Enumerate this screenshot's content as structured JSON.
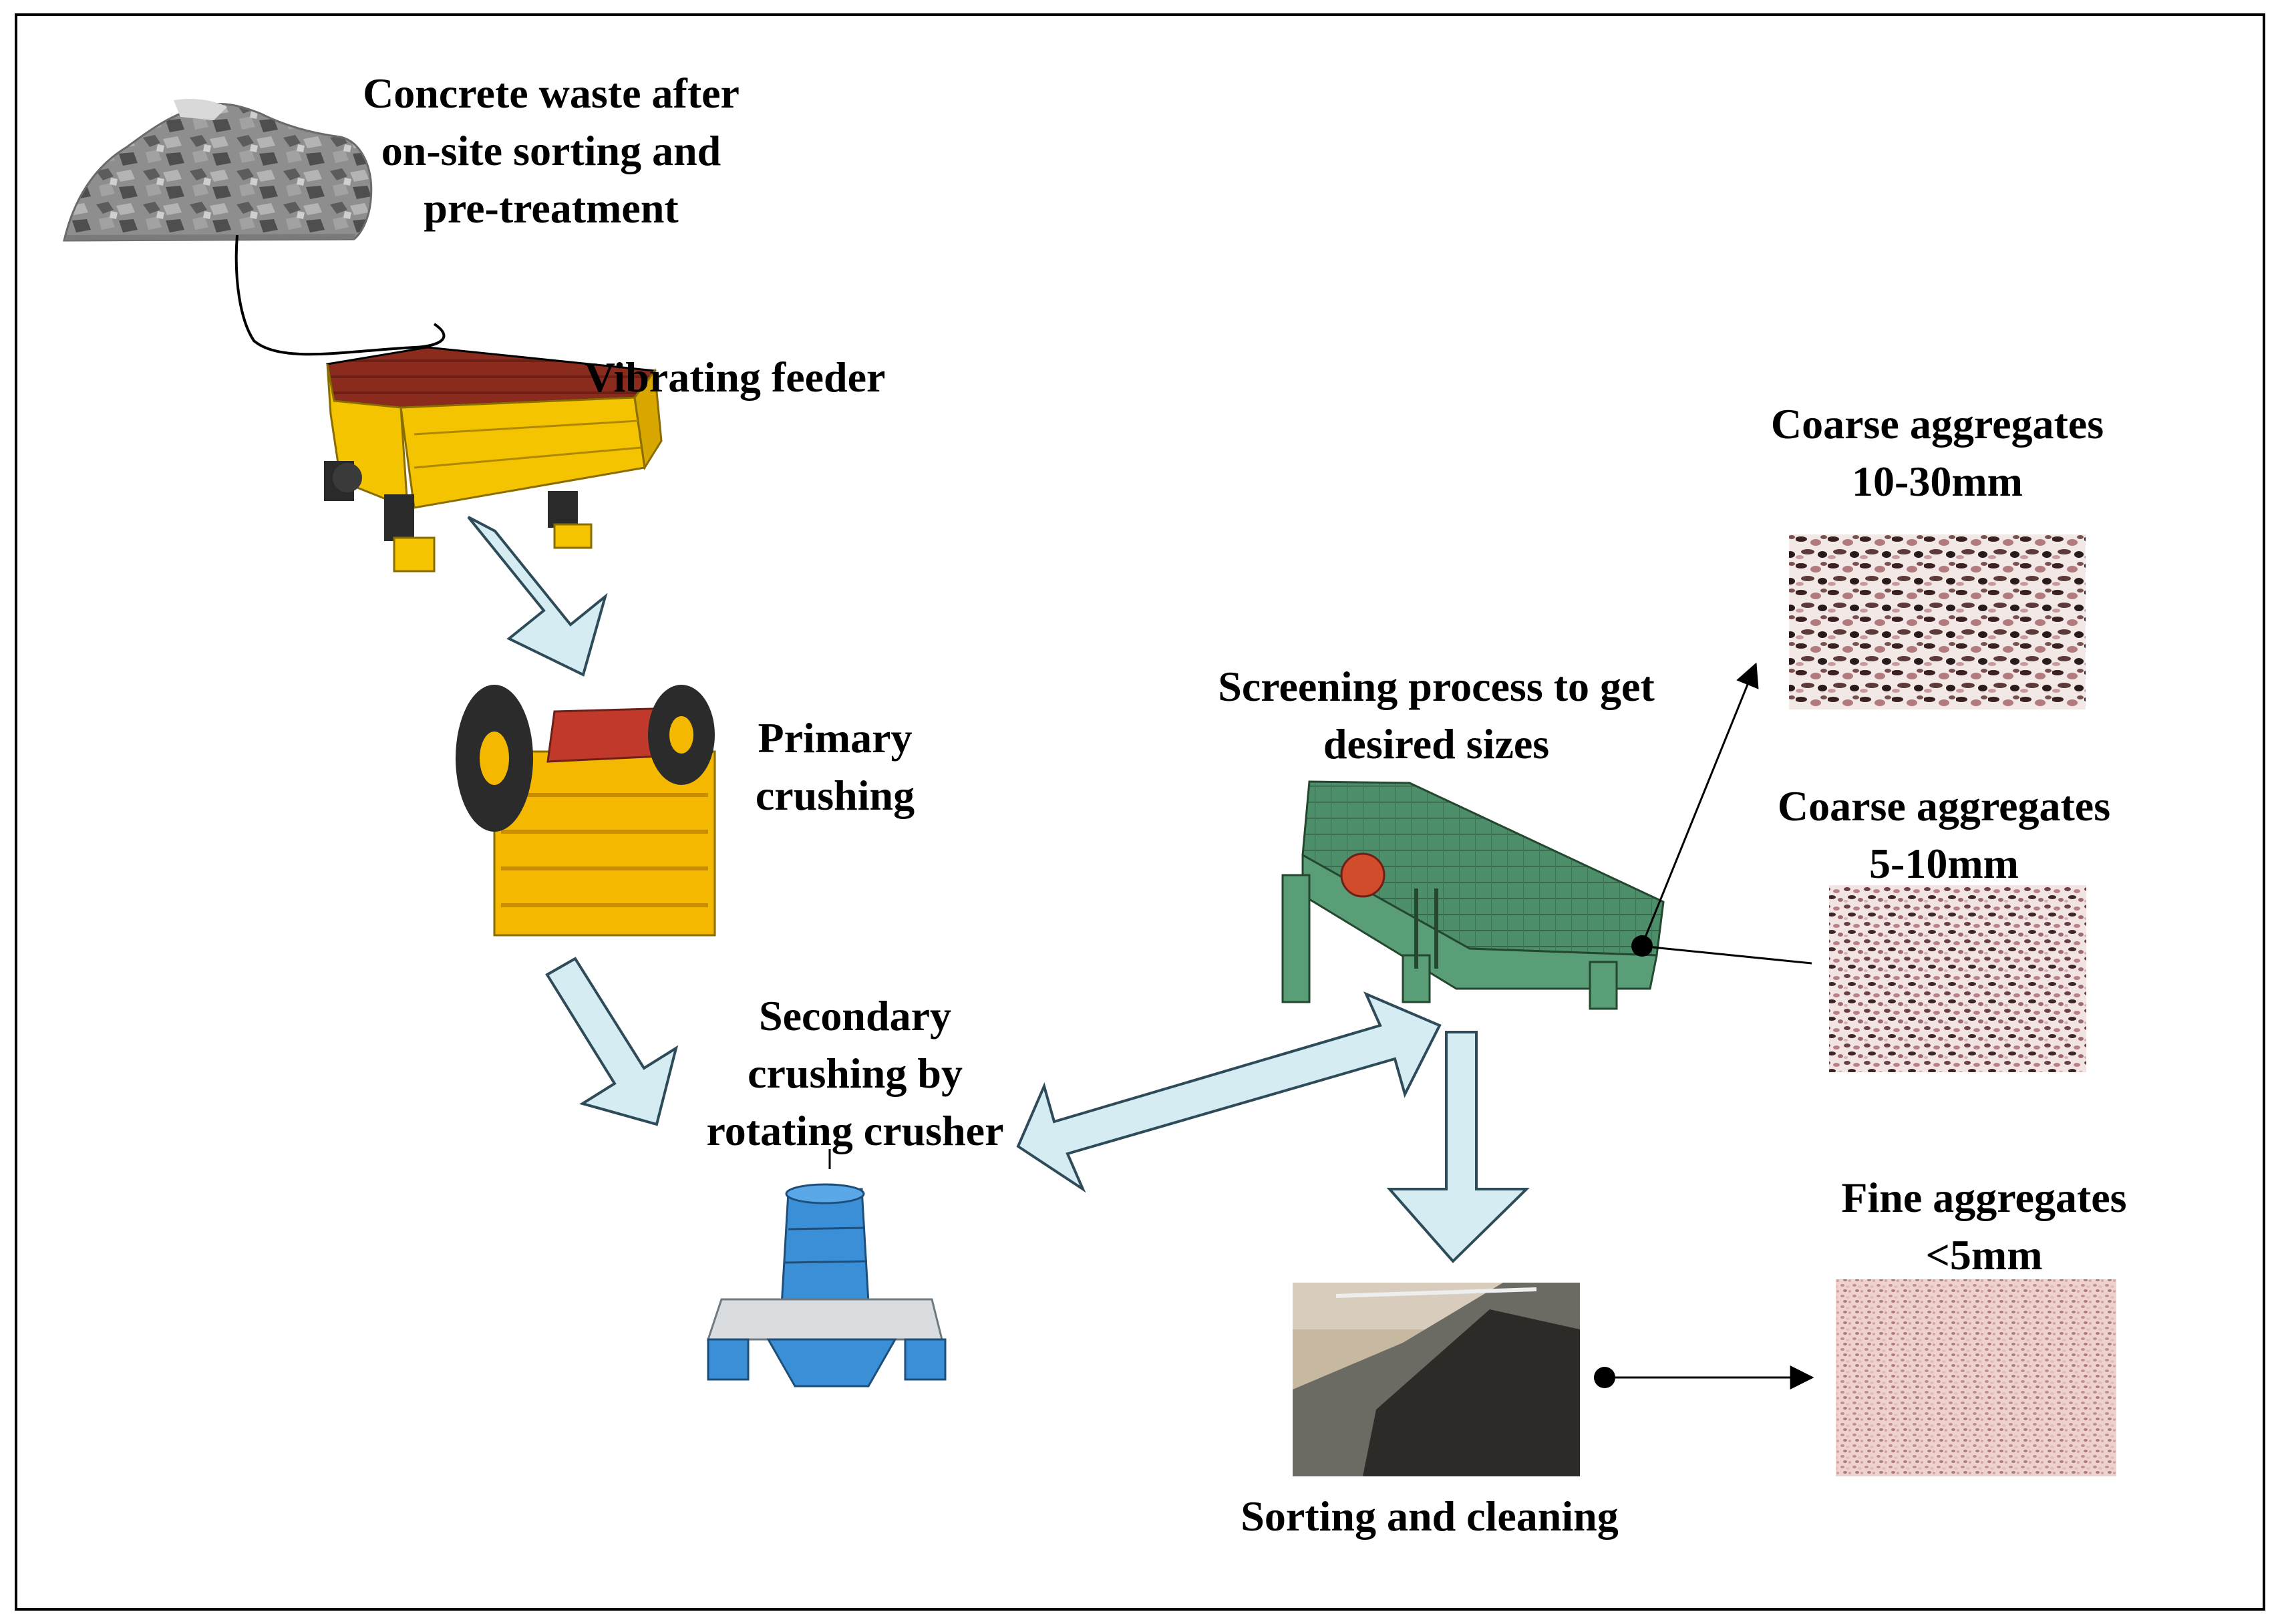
{
  "stages": {
    "waste": {
      "lines": [
        "Concrete waste after",
        "on-site sorting and",
        "pre-treatment"
      ]
    },
    "feeder": {
      "lines": [
        "Vibrating feeder"
      ]
    },
    "primary": {
      "lines": [
        "Primary",
        "crushing"
      ]
    },
    "secondary": {
      "lines": [
        "Secondary",
        "crushing by",
        "rotating crusher"
      ]
    },
    "screening": {
      "lines": [
        "Screening process to get",
        "desired  sizes"
      ]
    },
    "sorting": {
      "lines": [
        "Sorting and cleaning"
      ]
    }
  },
  "outputs": {
    "coarse_large": {
      "lines": [
        "Coarse aggregates",
        "10-30mm"
      ]
    },
    "coarse_small": {
      "lines": [
        "Coarse aggregates",
        "5-10mm"
      ]
    },
    "fine": {
      "lines": [
        "Fine aggregates",
        "<5mm"
      ]
    }
  },
  "colors": {
    "flow_arrow_fill": "#d6ecf3",
    "flow_arrow_stroke": "#2e4b5a",
    "feeder_yellow": "#f5c400",
    "feeder_bed": "#8b2b1e",
    "crusher_yellow": "#f4b800",
    "crusher_blue": "#3a8fd6",
    "screen_green": "#5a9e78",
    "border": "#000000"
  }
}
